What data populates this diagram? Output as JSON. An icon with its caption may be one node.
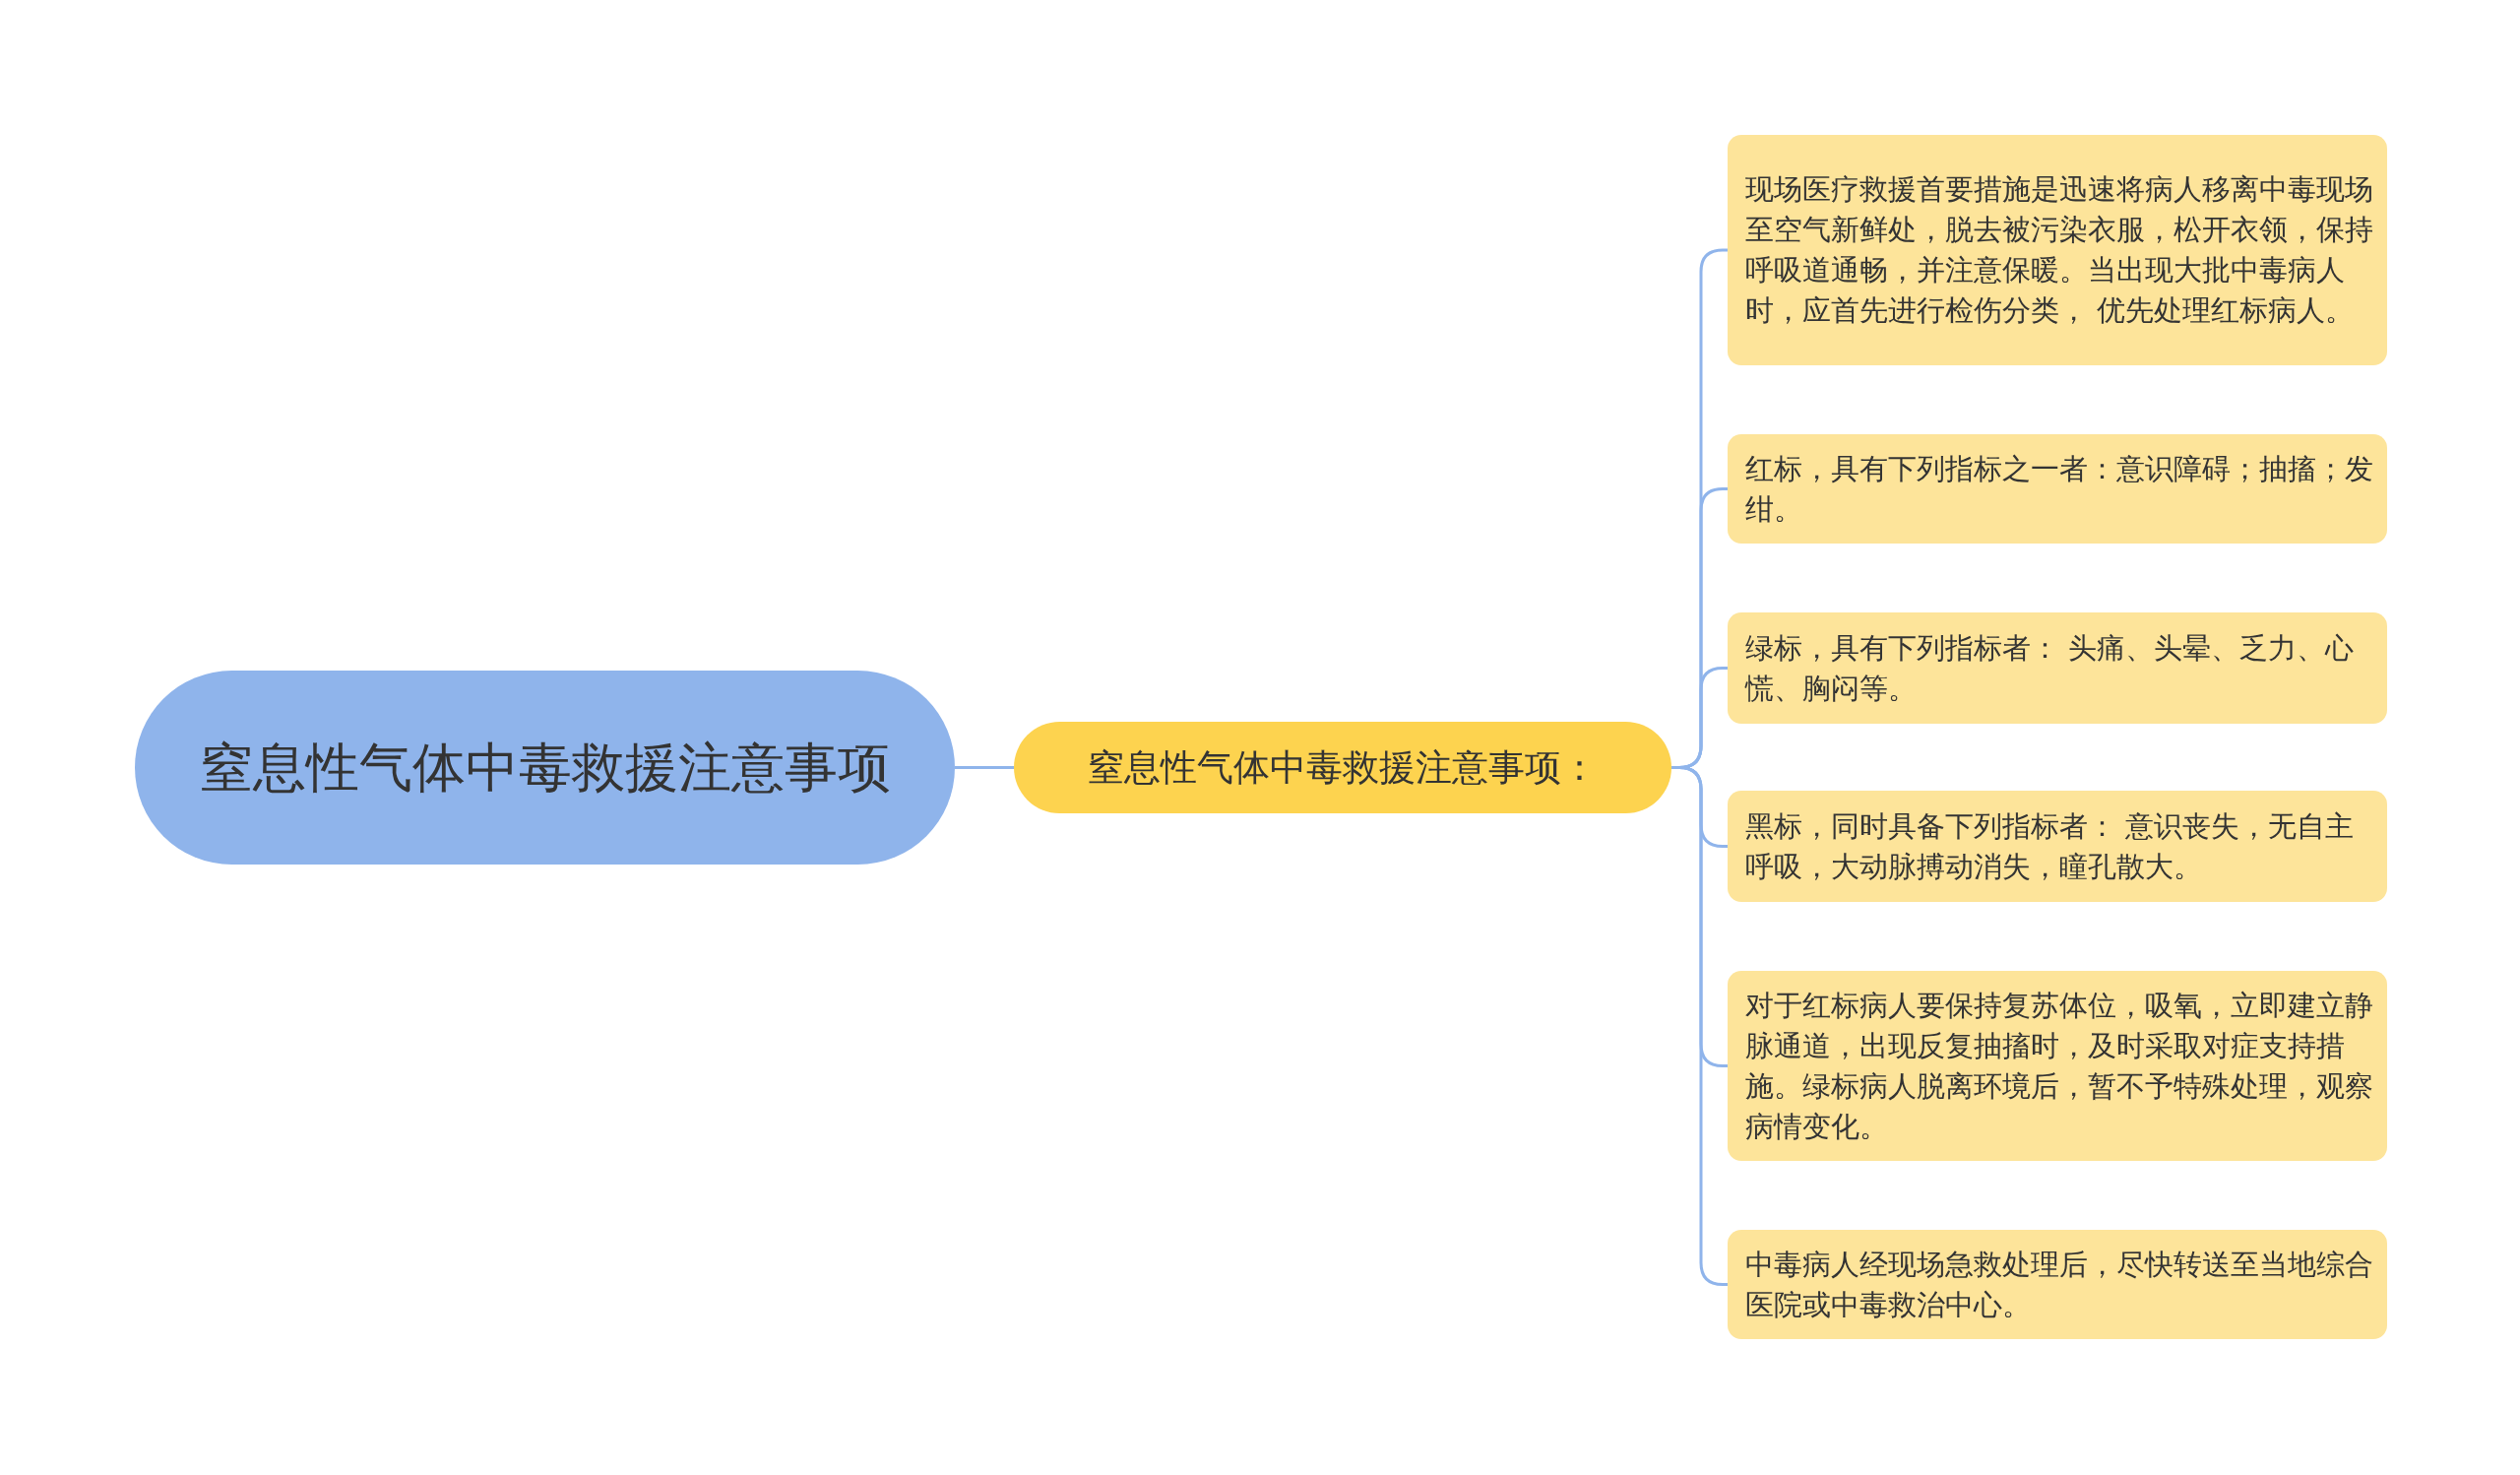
{
  "diagram": {
    "nodes": [
      {
        "text": [
          "窒息性气体中毒救援注意事项"
        ]
      },
      {
        "text": [
          "窒息性气体中毒救援注意事项："
        ]
      },
      {
        "text": [
          "现场医疗救援首要措施是迅速将病人移离中毒现场至空气新鲜处，脱去被污染衣服，松开衣领，保持呼吸道通畅，并注意保暖。当出现大批中毒病人时，应首先进行检伤分类， 优先处理红标病人。"
        ]
      },
      {
        "text": [
          "红标，具有下列指标之一者：意识障碍；抽搐；发绀。"
        ]
      },
      {
        "text": [
          "绿标，具有下列指标者： 头痛、头晕、乏力、心慌、胸闷等。"
        ]
      },
      {
        "text": [
          "黑标，同时具备下列指标者： 意识丧失，无自主呼吸，大动脉搏动消失，瞳孔散大。"
        ]
      },
      {
        "text": [
          "对于红标病人要保持复苏体位，吸氧，立即建立静脉通道，出现反复抽搐时，及时采取对症支持措施。绿标病人脱离环境后，暂不予特殊处理，观察病情变化。"
        ]
      },
      {
        "text": [
          "中毒病人经现场急救处理后，尽快转送至当地综合医院或中毒救治中心。"
        ]
      }
    ],
    "edges": [
      {
        "from": 0,
        "to": 1,
        "arrow": "none"
      },
      {
        "from": 1,
        "to": 2,
        "arrow": "none"
      },
      {
        "from": 1,
        "to": 3,
        "arrow": "none"
      },
      {
        "from": 1,
        "to": 4,
        "arrow": "none"
      },
      {
        "from": 1,
        "to": 5,
        "arrow": "none"
      },
      {
        "from": 1,
        "to": 6,
        "arrow": "none"
      },
      {
        "from": 1,
        "to": 7,
        "arrow": "none"
      }
    ]
  }
}
